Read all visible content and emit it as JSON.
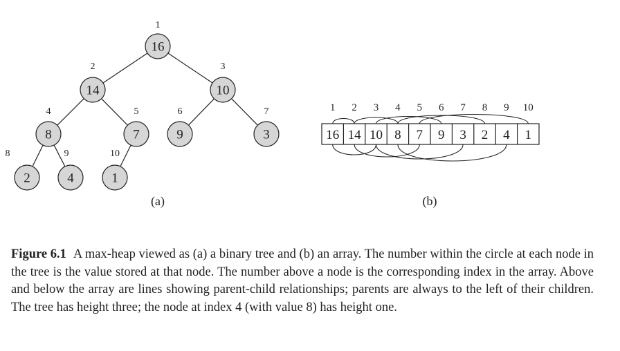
{
  "tree": {
    "label": "(a)",
    "nodes": [
      {
        "index": "1",
        "value": "16"
      },
      {
        "index": "2",
        "value": "14"
      },
      {
        "index": "3",
        "value": "10"
      },
      {
        "index": "4",
        "value": "8"
      },
      {
        "index": "5",
        "value": "7"
      },
      {
        "index": "6",
        "value": "9"
      },
      {
        "index": "7",
        "value": "3"
      },
      {
        "index": "8",
        "value": "2"
      },
      {
        "index": "9",
        "value": "4"
      },
      {
        "index": "10",
        "value": "1"
      }
    ],
    "edges": [
      [
        1,
        2
      ],
      [
        1,
        3
      ],
      [
        2,
        4
      ],
      [
        2,
        5
      ],
      [
        3,
        6
      ],
      [
        3,
        7
      ],
      [
        4,
        8
      ],
      [
        4,
        9
      ],
      [
        5,
        10
      ]
    ]
  },
  "array": {
    "label": "(b)",
    "indices": [
      "1",
      "2",
      "3",
      "4",
      "5",
      "6",
      "7",
      "8",
      "9",
      "10"
    ],
    "values": [
      "16",
      "14",
      "10",
      "8",
      "7",
      "9",
      "3",
      "2",
      "4",
      "1"
    ],
    "arcs_above": [
      [
        1,
        2
      ],
      [
        2,
        4
      ],
      [
        3,
        6
      ],
      [
        4,
        8
      ],
      [
        5,
        10
      ]
    ],
    "arcs_below": [
      [
        1,
        3
      ],
      [
        2,
        5
      ],
      [
        3,
        7
      ],
      [
        4,
        9
      ]
    ]
  },
  "colors": {
    "node_fill": "#d6d6d6",
    "stroke": "#222222",
    "text": "#222222"
  },
  "caption": {
    "label": "Figure 6.1",
    "text": "A max-heap viewed as (a) a binary tree and (b) an array. The number within the circle at each node in the tree is the value stored at that node. The number above a node is the corresponding index in the array. Above and below the array are lines showing parent-child relationships; parents are always to the left of their children. The tree has height three; the node at index 4 (with value 8) has height one."
  }
}
